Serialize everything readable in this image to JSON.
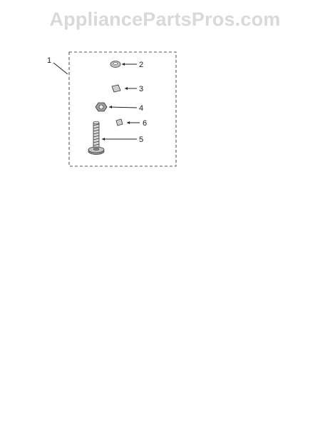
{
  "watermark": {
    "text": "AppliancePartsPros.com"
  },
  "diagram": {
    "callouts": {
      "kit": "1",
      "washer": "2",
      "clip_upper": "3",
      "nut": "4",
      "clip_lower": "6",
      "leveling_leg": "5"
    }
  }
}
